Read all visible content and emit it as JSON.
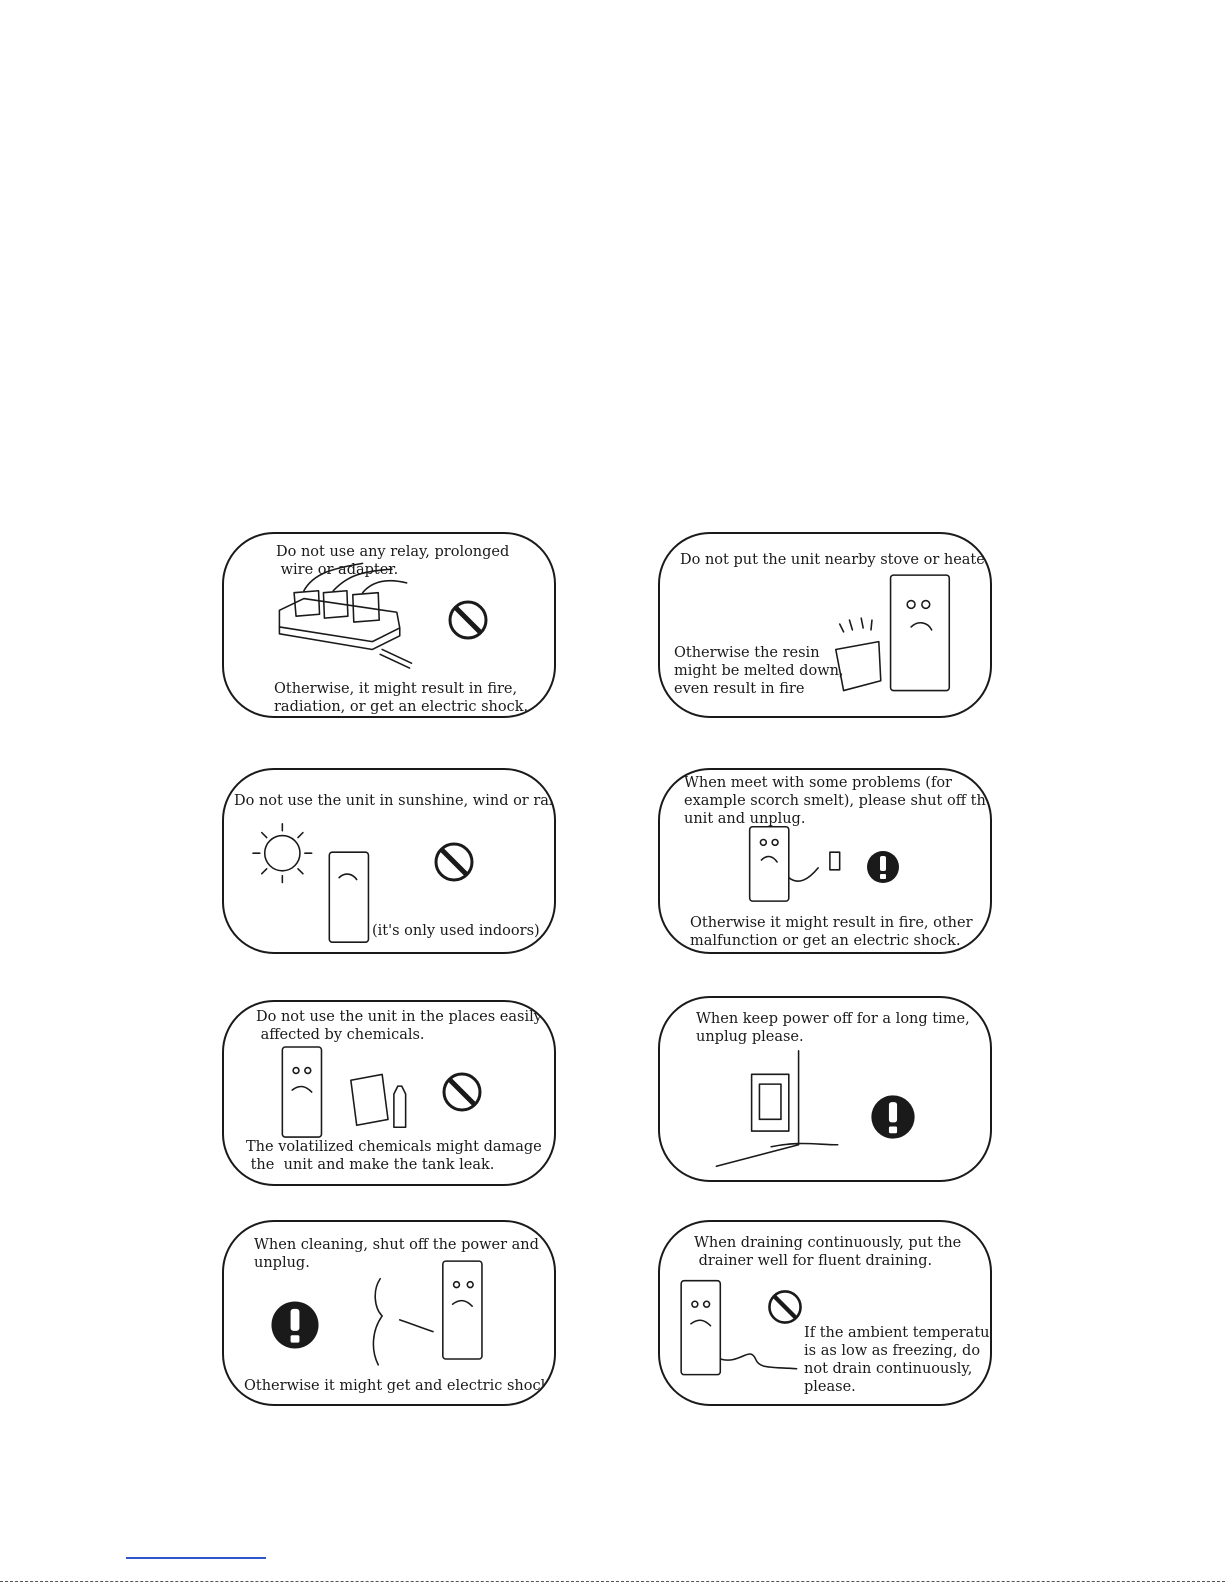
{
  "panels": {
    "p1": {
      "top": "Do not use any relay, prolonged\n wire or adapter.",
      "bottom": "Otherwise, it might result in fire,\nradiation, or get an electric shock.",
      "symbol": "prohibition-icon"
    },
    "p2": {
      "top": "Do not put the unit nearby stove or heater.",
      "bottom": "Otherwise the resin\nmight be melted down,\neven result in fire"
    },
    "p3": {
      "top": "Do not use the unit in sunshine, wind or rain",
      "bottom": "(it's only used indoors)",
      "symbol": "prohibition-icon"
    },
    "p4": {
      "top": "When meet with some problems (for\nexample scorch smelt), please shut off the\nunit and unplug.",
      "bottom": "Otherwise it might result in fire, other\nmalfunction or get an electric shock.",
      "symbol": "exclamation-icon"
    },
    "p5": {
      "top": "Do not use the unit in the places easily\n affected by chemicals.",
      "bottom": "The volatilized chemicals might damage\n the  unit and make the tank leak.",
      "symbol": "prohibition-icon"
    },
    "p6": {
      "top": "When keep power off for a long time,\nunplug please.",
      "symbol": "exclamation-icon"
    },
    "p7": {
      "top": "When cleaning, shut off the power and\nunplug.",
      "bottom": "Otherwise it might get and electric shock.",
      "symbol": "exclamation-icon"
    },
    "p8": {
      "top": "When draining continuously, put the\n drainer well for fluent draining.",
      "bottom": "If the ambient temperature\nis as low as freezing, do\nnot drain continuously,\nplease.",
      "symbol": "prohibition-icon"
    }
  }
}
